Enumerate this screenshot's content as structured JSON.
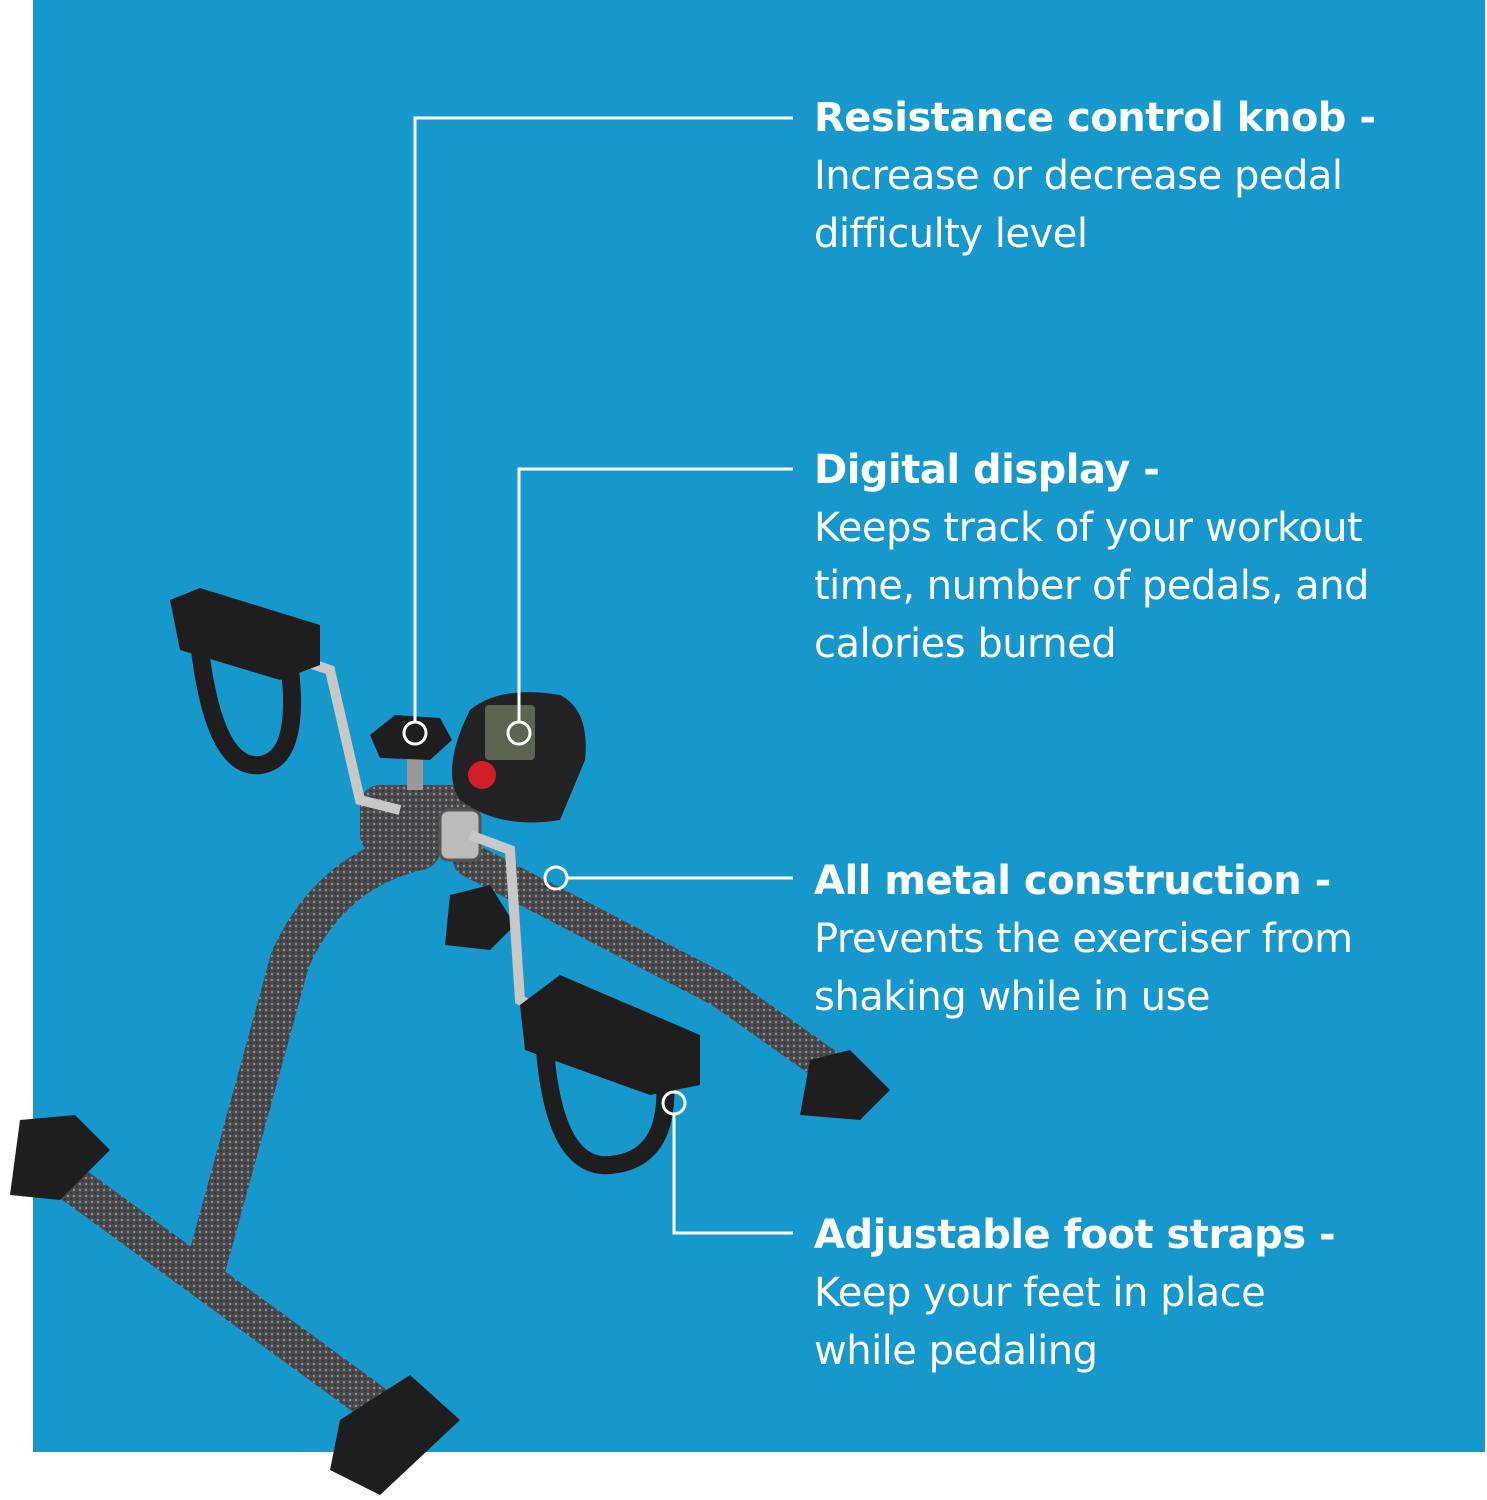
{
  "colors": {
    "background": "#1698cc",
    "text": "#ffffff",
    "frame": "#4a4a4c",
    "rubber": "#1e1e1e",
    "button": "#d01f25"
  },
  "callouts": [
    {
      "title": "Resistance control knob -",
      "lines": [
        "Increase or decrease pedal",
        "difficulty level"
      ]
    },
    {
      "title": "Digital display -",
      "lines": [
        "Keeps track of your workout",
        "time, number of pedals, and",
        "calories burned"
      ]
    },
    {
      "title": "All metal construction -",
      "lines": [
        "Prevents the exerciser from",
        "shaking while in use"
      ]
    },
    {
      "title": "Adjustable foot straps -",
      "lines": [
        "Keep your feet in place",
        "while pedaling"
      ]
    }
  ]
}
